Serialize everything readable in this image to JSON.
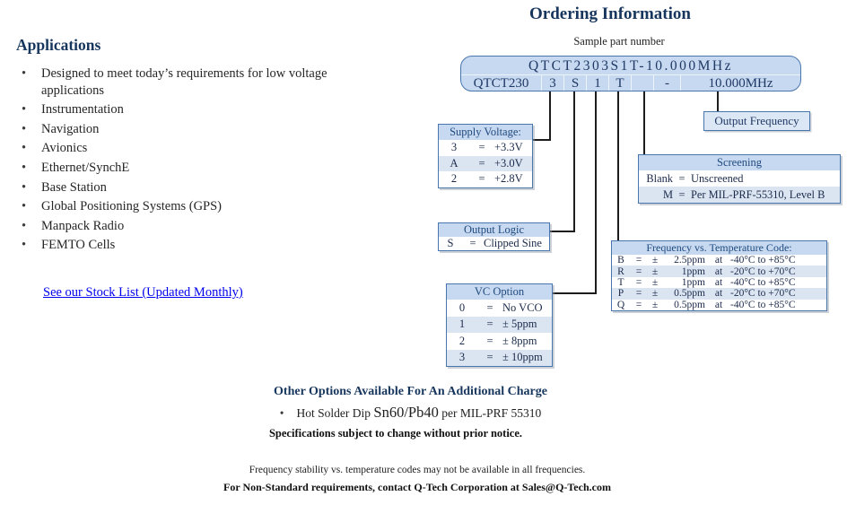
{
  "applications": {
    "heading": "Applications",
    "items": [
      "Designed to meet today’s requirements for low voltage applications",
      "Instrumentation",
      "Navigation",
      "Avionics",
      "Ethernet/SynchE",
      "Base Station",
      "Global Positioning Systems (GPS)",
      "Manpack Radio",
      "FEMTO Cells"
    ],
    "stock_link": "See our Stock List (Updated Monthly)"
  },
  "ordering": {
    "title": "Ordering Information",
    "sample_label": "Sample part number",
    "part_number": "QTCT2303S1T-10.000MHz",
    "segments": [
      "QTCT230",
      "3",
      "S",
      "1",
      "T",
      "",
      "-",
      "10.000MHz"
    ],
    "output_frequency_label": "Output Frequency"
  },
  "tables": {
    "supply_voltage": {
      "title": "Supply Voltage:",
      "rows": [
        [
          "3",
          "=",
          "+3.3V"
        ],
        [
          "A",
          "=",
          "+3.0V"
        ],
        [
          "2",
          "=",
          "+2.8V"
        ]
      ]
    },
    "output_logic": {
      "title": "Output Logic",
      "rows": [
        [
          "S",
          "=",
          "Clipped Sine"
        ]
      ]
    },
    "vc_option": {
      "title": "VC Option",
      "rows": [
        [
          "0",
          "=",
          "No VCO"
        ],
        [
          "1",
          "=",
          "± 5ppm"
        ],
        [
          "2",
          "=",
          "± 8ppm"
        ],
        [
          "3",
          "=",
          "± 10ppm"
        ]
      ]
    },
    "screening": {
      "title": "Screening",
      "rows": [
        [
          "Blank",
          "=",
          "Unscreened"
        ],
        [
          "M",
          "=",
          "Per MIL-PRF-55310, Level B"
        ]
      ]
    },
    "freq_temp": {
      "title": "Frequency vs. Temperature Code:",
      "rows": [
        [
          "B",
          "=",
          "±",
          "2.5ppm",
          "at",
          "-40°C to +85°C"
        ],
        [
          "R",
          "=",
          "±",
          "1ppm",
          "at",
          "-20°C to +70°C"
        ],
        [
          "T",
          "=",
          "±",
          "1ppm",
          "at",
          "-40°C to +85°C"
        ],
        [
          "P",
          "=",
          "±",
          "0.5ppm",
          "at",
          "-20°C to +70°C"
        ],
        [
          "Q",
          "=",
          "±",
          "0.5ppm",
          "at",
          "-40°C to +85°C"
        ]
      ]
    }
  },
  "notes": {
    "other_options_heading": "Other Options Available For An Additional Charge",
    "hot_dip_bullet": "•",
    "hot_dip_pre": "Hot Solder Dip ",
    "hot_dip_big": "Sn60/Pb40",
    "hot_dip_post": " per MIL-PRF 55310",
    "spec_note": "Specifications subject to change without prior notice.",
    "footer_note_1": "Frequency stability vs. temperature codes may not be available in all frequencies.",
    "footer_note_2": "For Non-Standard requirements, contact Q-Tech Corporation at Sales@Q-Tech.com"
  },
  "colors": {
    "accent_navy": "#17365d",
    "table_text_navy": "#1f3864",
    "link_blue": "#0000ee",
    "box_fill_blue": "#c6d9f1",
    "row_stripe_blue": "#dbe5f2",
    "box_border_blue": "#4a76ae",
    "connector_black": "#1c1c1c"
  }
}
